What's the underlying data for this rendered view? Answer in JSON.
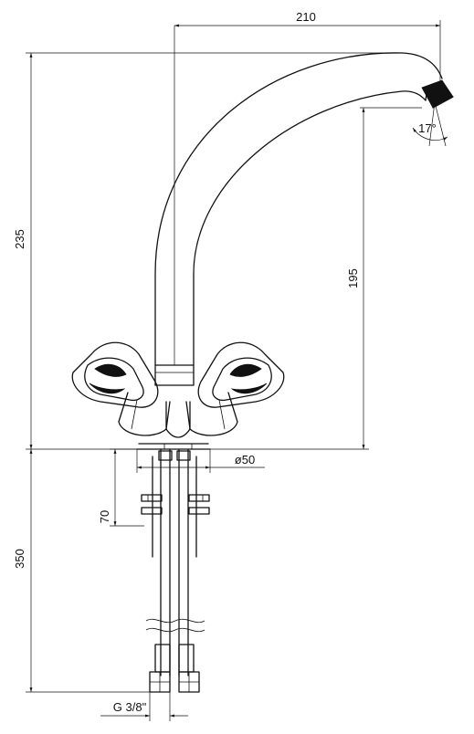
{
  "dimensions": {
    "spout_reach": "210",
    "total_height": "235",
    "spout_clearance": "195",
    "spout_angle": "17°",
    "base_diameter": "ø50",
    "mount_depth": "70",
    "hose_length": "350",
    "thread": "G 3/8\""
  }
}
